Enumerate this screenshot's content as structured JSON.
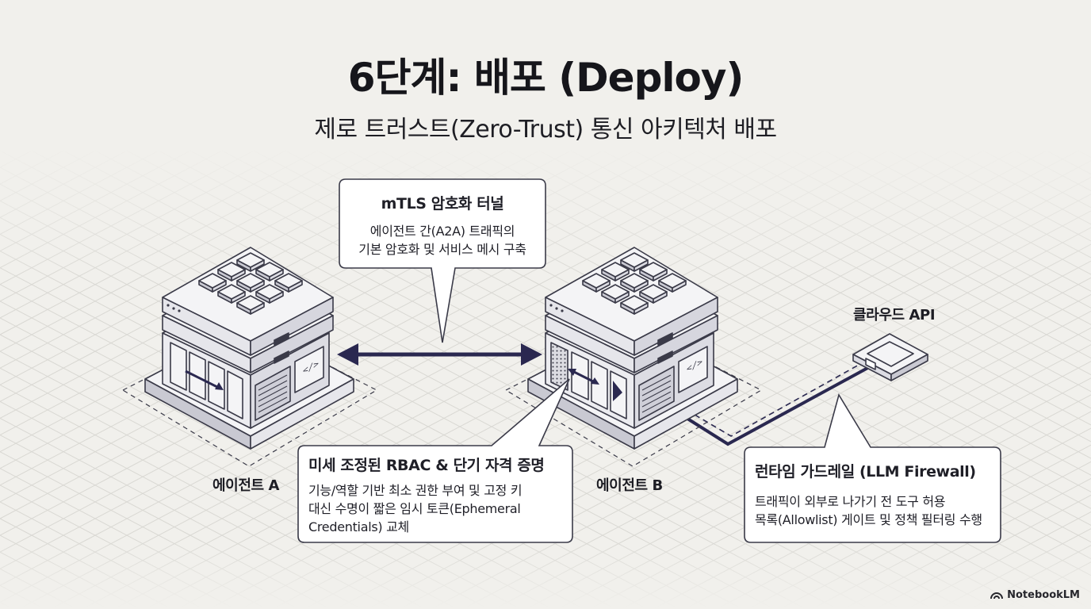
{
  "title": "6단계: 배포 (Deploy)",
  "subtitle": "제로 트러스트(Zero-Trust) 통신 아키텍처 배포",
  "callouts": {
    "mtls": {
      "heading": "mTLS 암호화 터널",
      "lines": [
        "에이전트 간(A2A) 트래픽의",
        "기본 암호화 및 서비스 메시 구축"
      ]
    },
    "rbac": {
      "heading": "미세 조정된 RBAC & 단기 자격 증명",
      "lines": [
        "기능/역할 기반 최소 권한 부여 및 고정 키",
        "대신 수명이 짧은 임시 토큰(Ephemeral",
        "Credentials) 교체"
      ]
    },
    "firewall": {
      "heading": "런타임 가드레일 (LLM Firewall)",
      "lines": [
        "트래픽이 외부로 나가기 전 도구 허용",
        "목록(Allowlist) 게이트 및 정책 필터링 수행"
      ]
    }
  },
  "nodes": {
    "agent_a": "에이전트 A",
    "agent_b": "에이전트 B",
    "cloud_api": "클라우드 API"
  },
  "watermark": "NotebookLM",
  "colors": {
    "background": "#f1f0ec",
    "accent": "#2a2850",
    "stroke": "#3a3a48"
  }
}
